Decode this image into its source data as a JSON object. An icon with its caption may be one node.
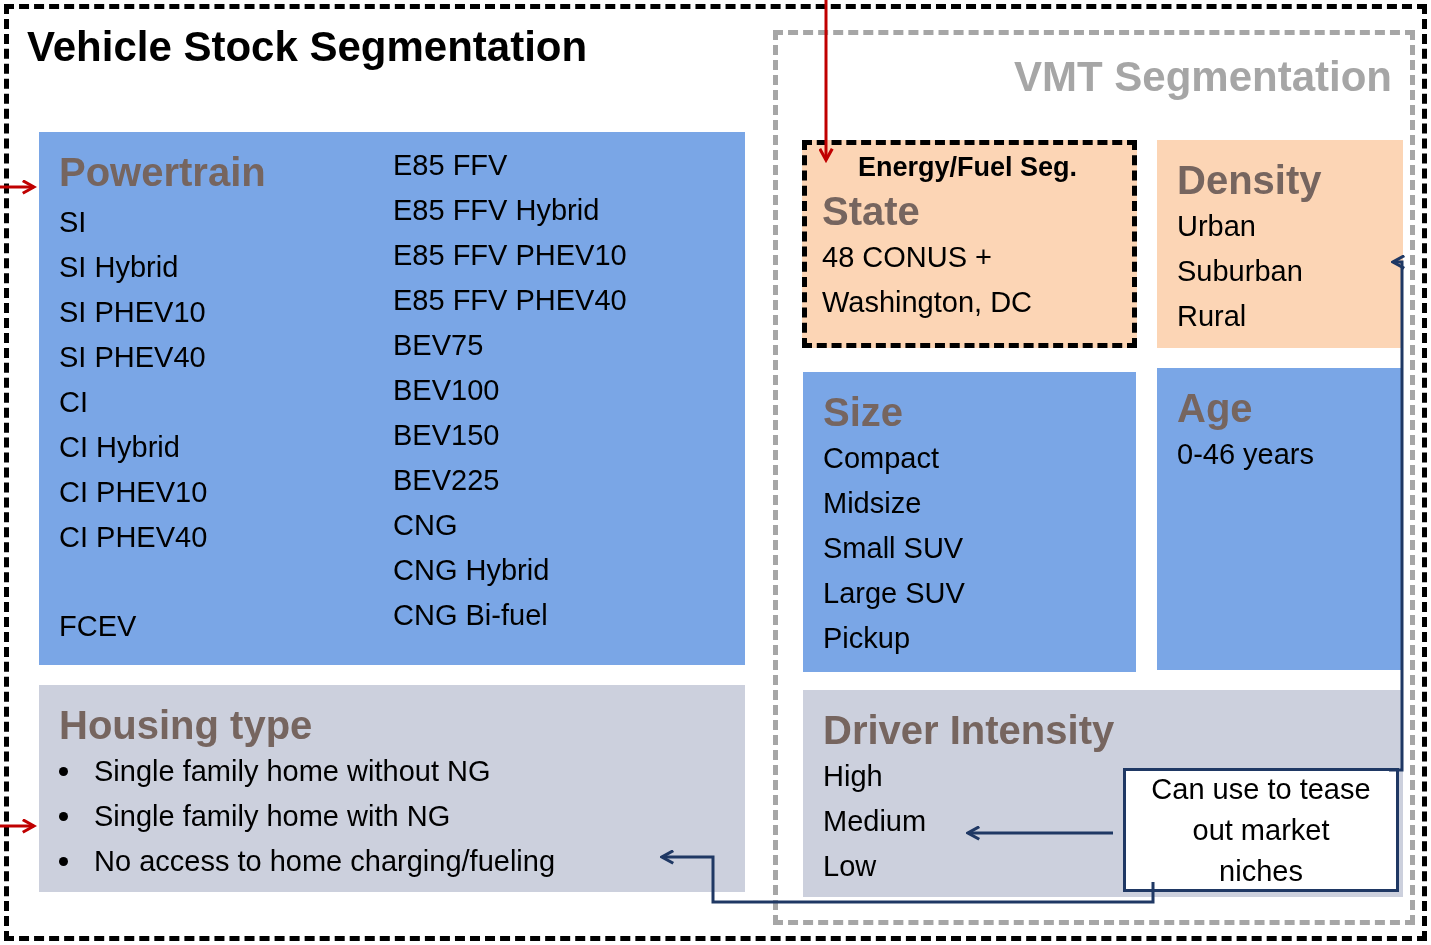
{
  "diagram": {
    "nodes": [
      {
        "text": [
          "Vehicle Stock Segmentation"
        ]
      },
      {
        "text": [
          "Powertrain",
          "SI",
          "SI Hybrid",
          "SI PHEV10",
          "SI PHEV40",
          "CI",
          "CI Hybrid",
          "CI PHEV10",
          "CI PHEV40",
          "FCEV",
          "E85 FFV",
          "E85 FFV Hybrid",
          "E85 FFV PHEV10",
          "E85 FFV PHEV40",
          "BEV75",
          "BEV100",
          "BEV150",
          "BEV225",
          "CNG",
          "CNG Hybrid",
          "CNG Bi-fuel"
        ],
        "in": 0
      },
      {
        "text": [
          "Housing type",
          "Single family home without NG",
          "Single family home with NG",
          "No access to home charging/fueling"
        ],
        "in": 0
      },
      {
        "text": [
          "VMT Segmentation"
        ],
        "in": 0
      },
      {
        "text": [
          "Energy/Fuel Seg.",
          "State",
          "48 CONUS + Washington, DC"
        ],
        "in": 3
      },
      {
        "text": [
          "Density",
          "Urban",
          "Suburban",
          "Rural"
        ],
        "in": 3
      },
      {
        "text": [
          "Size",
          "Compact",
          "Midsize",
          "Small SUV",
          "Large SUV",
          "Pickup"
        ],
        "in": 3
      },
      {
        "text": [
          "Age",
          "0-46 years"
        ],
        "in": 3
      },
      {
        "text": [
          "Driver Intensity",
          "High",
          "Medium",
          "Low"
        ],
        "in": 3
      },
      {
        "text": [
          "Can use to tease out market niches"
        ],
        "in": 8
      }
    ],
    "edges": [
      {
        "from": null,
        "to": 4,
        "arrow": "to",
        "color": "#c00000"
      },
      {
        "from": null,
        "to": 1,
        "arrow": "to",
        "color": "#c00000"
      },
      {
        "from": null,
        "to": 2,
        "arrow": "to",
        "color": "#c00000"
      },
      {
        "from": 9,
        "to": 5,
        "arrow": "to",
        "color": "#1f3864"
      },
      {
        "from": 9,
        "to": 8,
        "arrow": "to",
        "color": "#1f3864"
      },
      {
        "from": 9,
        "to": 2,
        "arrow": "to",
        "color": "#1f3864"
      }
    ]
  }
}
